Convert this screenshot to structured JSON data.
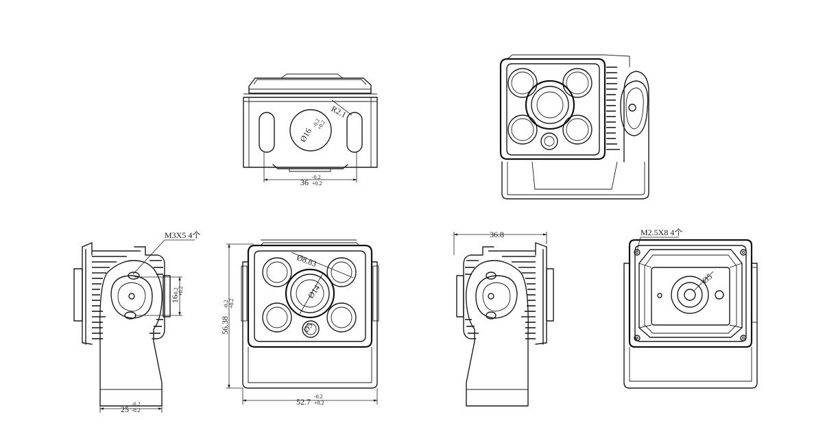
{
  "labels": {
    "top_width": "36",
    "top_width_tol_upper": "-0.2",
    "top_width_tol_lower": "+0.2",
    "top_radius": "R2.1",
    "top_hole": "Ø16",
    "top_hole_tol_upper": "-0.2",
    "top_hole_tol_lower": "+0.2",
    "side_screw": "M3X5 4个",
    "side_height": "16",
    "side_height_tol_upper": "-0.2",
    "side_height_tol_lower": "+0.2",
    "side_width": "25",
    "side_width_tol_upper": "-0.2",
    "side_width_tol_lower": "-0.2",
    "front_led": "Ø8.83",
    "front_lens": "Ø14",
    "front_sensor": "Ø5",
    "front_height": "56.38",
    "front_height_tol_upper": "-0.2",
    "front_height_tol_lower": "+0.2",
    "front_width": "52.7",
    "front_width_tol_upper": "-0.2",
    "front_width_tol_lower": "+0.2",
    "rside_depth": "36.8",
    "back_screw": "M2.5X8 4个",
    "back_hole": "Ø5"
  }
}
